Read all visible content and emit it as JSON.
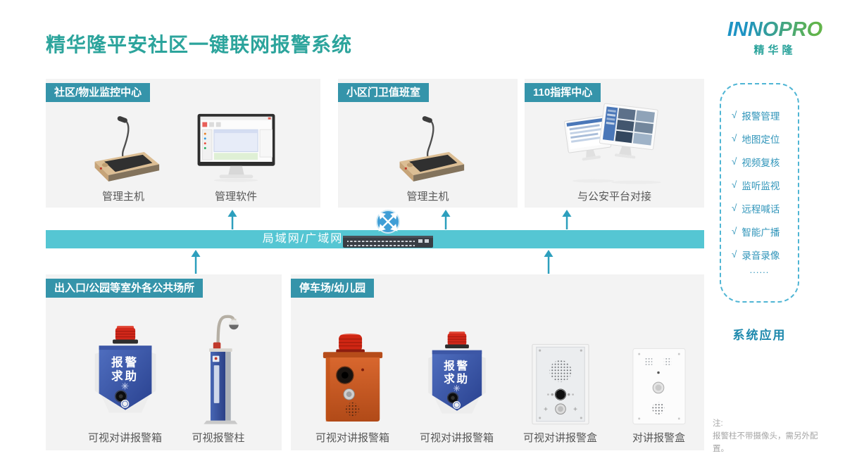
{
  "title": "精华隆平安社区一键联网报警系统",
  "logo": {
    "name": "INNOPRO",
    "subtitle": "精华隆"
  },
  "colors": {
    "accent_teal": "#2ca49c",
    "tag_bg": "#3594aa",
    "bar_bg": "#55c6d3",
    "arrow": "#2d9fbd",
    "feature_text": "#3095ba",
    "panel_bg": "#f3f3f3"
  },
  "panels": {
    "monitor_center": {
      "tag": "社区/物业监控中心",
      "devices": [
        {
          "label": "管理主机"
        },
        {
          "label": "管理软件"
        }
      ]
    },
    "gatehouse": {
      "tag": "小区门卫值班室",
      "devices": [
        {
          "label": "管理主机"
        }
      ]
    },
    "command110": {
      "tag": "110指挥中心",
      "devices": [
        {
          "label": "与公安平台对接"
        }
      ]
    },
    "outdoor": {
      "tag": "出入口/公园等室外各公共场所",
      "devices": [
        {
          "label": "可视对讲报警箱"
        },
        {
          "label": "可视报警柱"
        }
      ]
    },
    "parking": {
      "tag": "停车场/幼儿园",
      "devices": [
        {
          "label": "可视对讲报警箱"
        },
        {
          "label": "可视对讲报警箱"
        },
        {
          "label": "可视对讲报警盒"
        },
        {
          "label": "对讲报警盒"
        }
      ]
    }
  },
  "network_bar": {
    "label": "局域网/广域网"
  },
  "features": {
    "check": "√",
    "items": [
      "报警管理",
      "地图定位",
      "视频复核",
      "监听监视",
      "远程喊话",
      "智能广播",
      "录音录像"
    ],
    "ellipsis": "......",
    "caption": "系统应用"
  },
  "device_text": {
    "line1": "报警",
    "line2": "求助"
  },
  "note": {
    "prefix": "注:",
    "text": "报警柱不带摄像头，需另外配置。"
  }
}
